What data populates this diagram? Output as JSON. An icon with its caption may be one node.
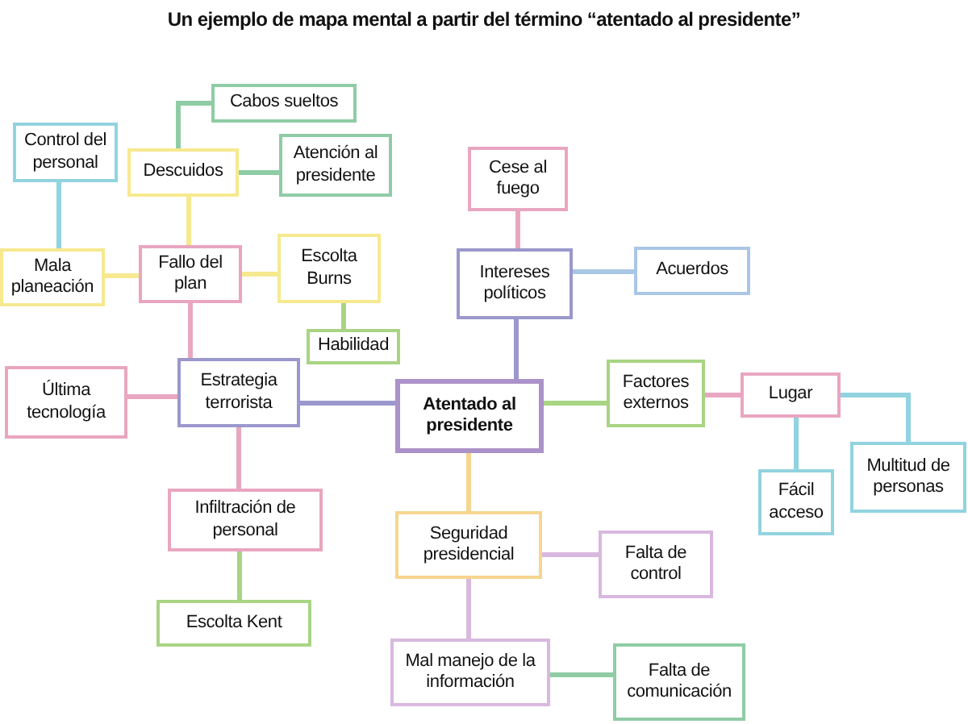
{
  "diagram": {
    "title": "Un ejemplo de mapa mental a partir del término “atentado al presidente”",
    "nodes": [
      {
        "text": [
          "Atentado al presidente"
        ]
      },
      {
        "text": [
          "Estrategia terrorista"
        ]
      },
      {
        "text": [
          "Fallo del plan"
        ]
      },
      {
        "text": [
          "Descuidos"
        ]
      },
      {
        "text": [
          "Cabos sueltos"
        ]
      },
      {
        "text": [
          "Atención al presidente"
        ]
      },
      {
        "text": [
          "Control del personal"
        ]
      },
      {
        "text": [
          "Mala planeación"
        ]
      },
      {
        "text": [
          "Escolta Burns"
        ]
      },
      {
        "text": [
          "Habilidad"
        ]
      },
      {
        "text": [
          "Última tecnología"
        ]
      },
      {
        "text": [
          "Infiltración de personal"
        ]
      },
      {
        "text": [
          "Escolta Kent"
        ]
      },
      {
        "text": [
          "Cese al fuego"
        ]
      },
      {
        "text": [
          "Intereses políticos"
        ]
      },
      {
        "text": [
          "Acuerdos"
        ]
      },
      {
        "text": [
          "Factores externos"
        ]
      },
      {
        "text": [
          "Lugar"
        ]
      },
      {
        "text": [
          "Fácil acceso"
        ]
      },
      {
        "text": [
          "Multitud de personas"
        ]
      },
      {
        "text": [
          "Seguridad presidencial"
        ]
      },
      {
        "text": [
          "Falta de control"
        ]
      },
      {
        "text": [
          "Mal manejo de la información"
        ]
      },
      {
        "text": [
          "Falta de comunicación"
        ]
      }
    ],
    "edges": [
      {
        "from": 0,
        "to": 1,
        "arrow": "none",
        "color": "#9a98cc"
      },
      {
        "from": 0,
        "to": 14,
        "arrow": "none",
        "color": "#9a98cc"
      },
      {
        "from": 0,
        "to": 16,
        "arrow": "none",
        "color": "#a9d483"
      },
      {
        "from": 0,
        "to": 20,
        "arrow": "none",
        "color": "#f6d58f"
      },
      {
        "from": 1,
        "to": 2,
        "arrow": "none",
        "color": "#e9a6c0"
      },
      {
        "from": 1,
        "to": 10,
        "arrow": "none",
        "color": "#e9a6c0"
      },
      {
        "from": 1,
        "to": 11,
        "arrow": "none",
        "color": "#e9a6c0"
      },
      {
        "from": 2,
        "to": 3,
        "arrow": "none",
        "color": "#f6e98f"
      },
      {
        "from": 2,
        "to": 7,
        "arrow": "none",
        "color": "#f6e98f"
      },
      {
        "from": 2,
        "to": 8,
        "arrow": "none",
        "color": "#f6e98f"
      },
      {
        "from": 3,
        "to": 4,
        "arrow": "none",
        "color": "#8fcca5"
      },
      {
        "from": 3,
        "to": 5,
        "arrow": "none",
        "color": "#8fcca5"
      },
      {
        "from": 6,
        "to": 7,
        "arrow": "none",
        "color": "#92d3e0"
      },
      {
        "from": 8,
        "to": 9,
        "arrow": "none",
        "color": "#a9d483"
      },
      {
        "from": 11,
        "to": 12,
        "arrow": "none",
        "color": "#a9d483"
      },
      {
        "from": 14,
        "to": 13,
        "arrow": "none",
        "color": "#e9a6c0"
      },
      {
        "from": 14,
        "to": 15,
        "arrow": "none",
        "color": "#aac6e6"
      },
      {
        "from": 16,
        "to": 17,
        "arrow": "none",
        "color": "#e9a6c0"
      },
      {
        "from": 17,
        "to": 18,
        "arrow": "none",
        "color": "#92d3e0"
      },
      {
        "from": 17,
        "to": 19,
        "arrow": "none",
        "color": "#92d3e0"
      },
      {
        "from": 20,
        "to": 21,
        "arrow": "none",
        "color": "#d9b8df"
      },
      {
        "from": 20,
        "to": 22,
        "arrow": "none",
        "color": "#d9b8df"
      },
      {
        "from": 22,
        "to": 23,
        "arrow": "none",
        "color": "#8fcca5"
      }
    ]
  }
}
